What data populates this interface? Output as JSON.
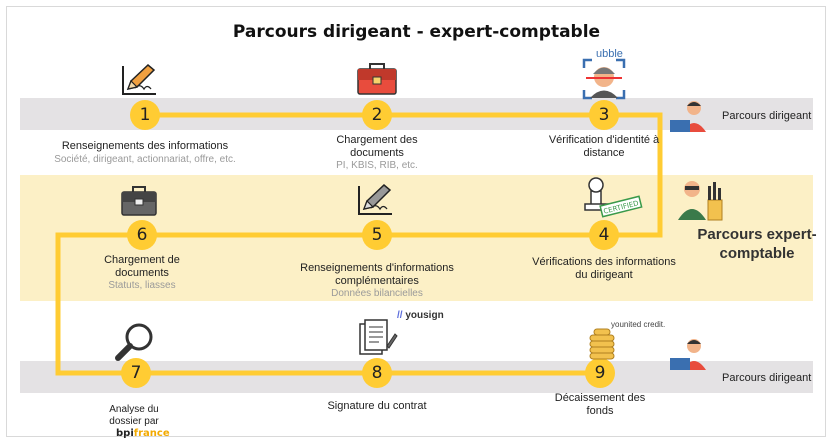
{
  "title": "Parcours dirigeant - expert-comptable",
  "lanes": {
    "top": "Parcours dirigeant",
    "middle": "Parcours expert-comptable",
    "bottom": "Parcours dirigeant"
  },
  "steps": [
    {
      "number": "1",
      "label": "Renseignements des informations",
      "sub": "Société, dirigeant, actionnariat, offre, etc.",
      "icon": "form-pencil-icon"
    },
    {
      "number": "2",
      "label": "Chargement des documents",
      "sub": "PI, KBIS, RIB, etc.",
      "icon": "briefcase-icon"
    },
    {
      "number": "3",
      "label": "Vérification d'identité à distance",
      "sub": "",
      "icon": "face-scan-icon"
    },
    {
      "number": "4",
      "label": "Vérifications des informations du dirigeant",
      "sub": "",
      "icon": "certified-stamp-icon"
    },
    {
      "number": "5",
      "label": "Renseignements d'informations complémentaires",
      "sub": "Données bilancielles",
      "icon": "form-pencil-icon"
    },
    {
      "number": "6",
      "label": "Chargement de documents",
      "sub": "Statuts, liasses",
      "icon": "briefcase-icon"
    },
    {
      "number": "7",
      "label": "Analyse du dossier par",
      "sub": "",
      "icon": "magnifier-icon"
    },
    {
      "number": "8",
      "label": "Signature du contrat",
      "sub": "",
      "icon": "contract-signing-icon"
    },
    {
      "number": "9",
      "label": "Décaissement des fonds",
      "sub": "",
      "icon": "coin-stacks-icon"
    }
  ],
  "logos": {
    "ubble": "ubble",
    "yousign": "yousign",
    "younited": "younited credit.",
    "bpi_a": "bpi",
    "bpi_b": "france"
  },
  "stamp_text": "CERTIFIED",
  "colors": {
    "accent": "#ffcc33",
    "band_grey": "#e4e2e4",
    "band_yellow": "#fcf0c6"
  }
}
